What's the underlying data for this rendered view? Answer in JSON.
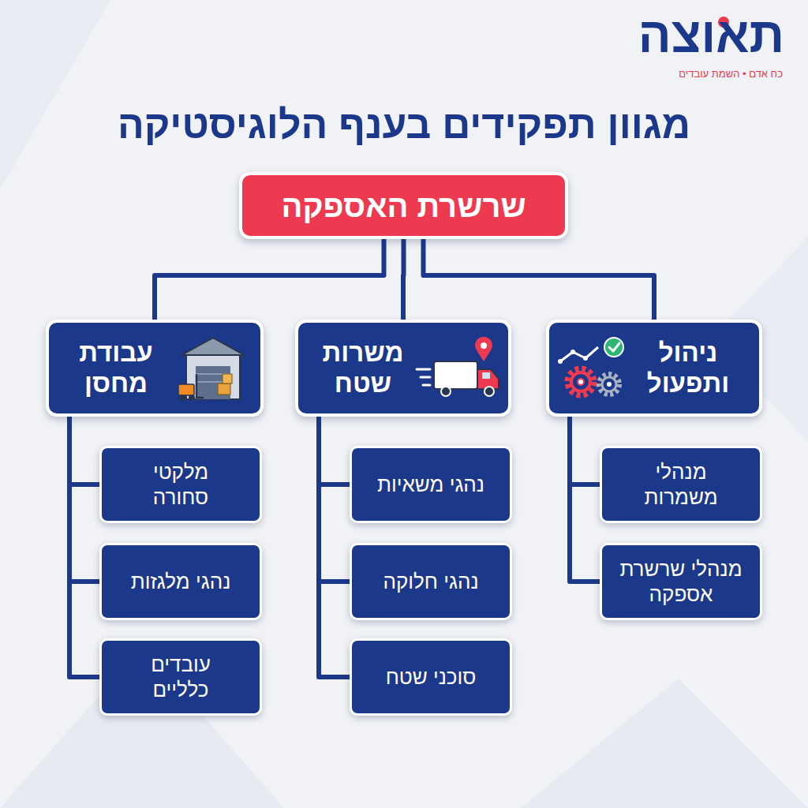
{
  "diagram": {
    "title": "מגוון תפקידים בענף הלוגיסטיקה",
    "nodes": [
      {
        "text": [
          "שרשרת האספקה"
        ]
      },
      {
        "text": [
          "ניהול ותפעול"
        ]
      },
      {
        "text": [
          "משרות שטח"
        ]
      },
      {
        "text": [
          "עבודת מחסן"
        ]
      },
      {
        "text": [
          "מנהלי משמרות"
        ]
      },
      {
        "text": [
          "מנהלי שרשרת אספקה"
        ]
      },
      {
        "text": [
          "נהגי משאיות"
        ]
      },
      {
        "text": [
          "נהגי חלוקה"
        ]
      },
      {
        "text": [
          "סוכני שטח"
        ]
      },
      {
        "text": [
          "מלקטי סחורה"
        ]
      },
      {
        "text": [
          "נהגי מלגזות"
        ]
      },
      {
        "text": [
          "עובדים כלליים"
        ]
      }
    ],
    "edges": [
      {
        "from": 0,
        "to": 1,
        "arrow": "none"
      },
      {
        "from": 0,
        "to": 2,
        "arrow": "none"
      },
      {
        "from": 0,
        "to": 3,
        "arrow": "none"
      },
      {
        "from": 1,
        "to": 4,
        "arrow": "none"
      },
      {
        "from": 1,
        "to": 5,
        "arrow": "none"
      },
      {
        "from": 2,
        "to": 6,
        "arrow": "none"
      },
      {
        "from": 2,
        "to": 7,
        "arrow": "none"
      },
      {
        "from": 2,
        "to": 8,
        "arrow": "none"
      },
      {
        "from": 3,
        "to": 9,
        "arrow": "none"
      },
      {
        "from": 3,
        "to": 10,
        "arrow": "none"
      },
      {
        "from": 3,
        "to": 11,
        "arrow": "none"
      }
    ],
    "labels": [
      "תאוצה",
      "כח אדם • השמת עובדים"
    ]
  }
}
